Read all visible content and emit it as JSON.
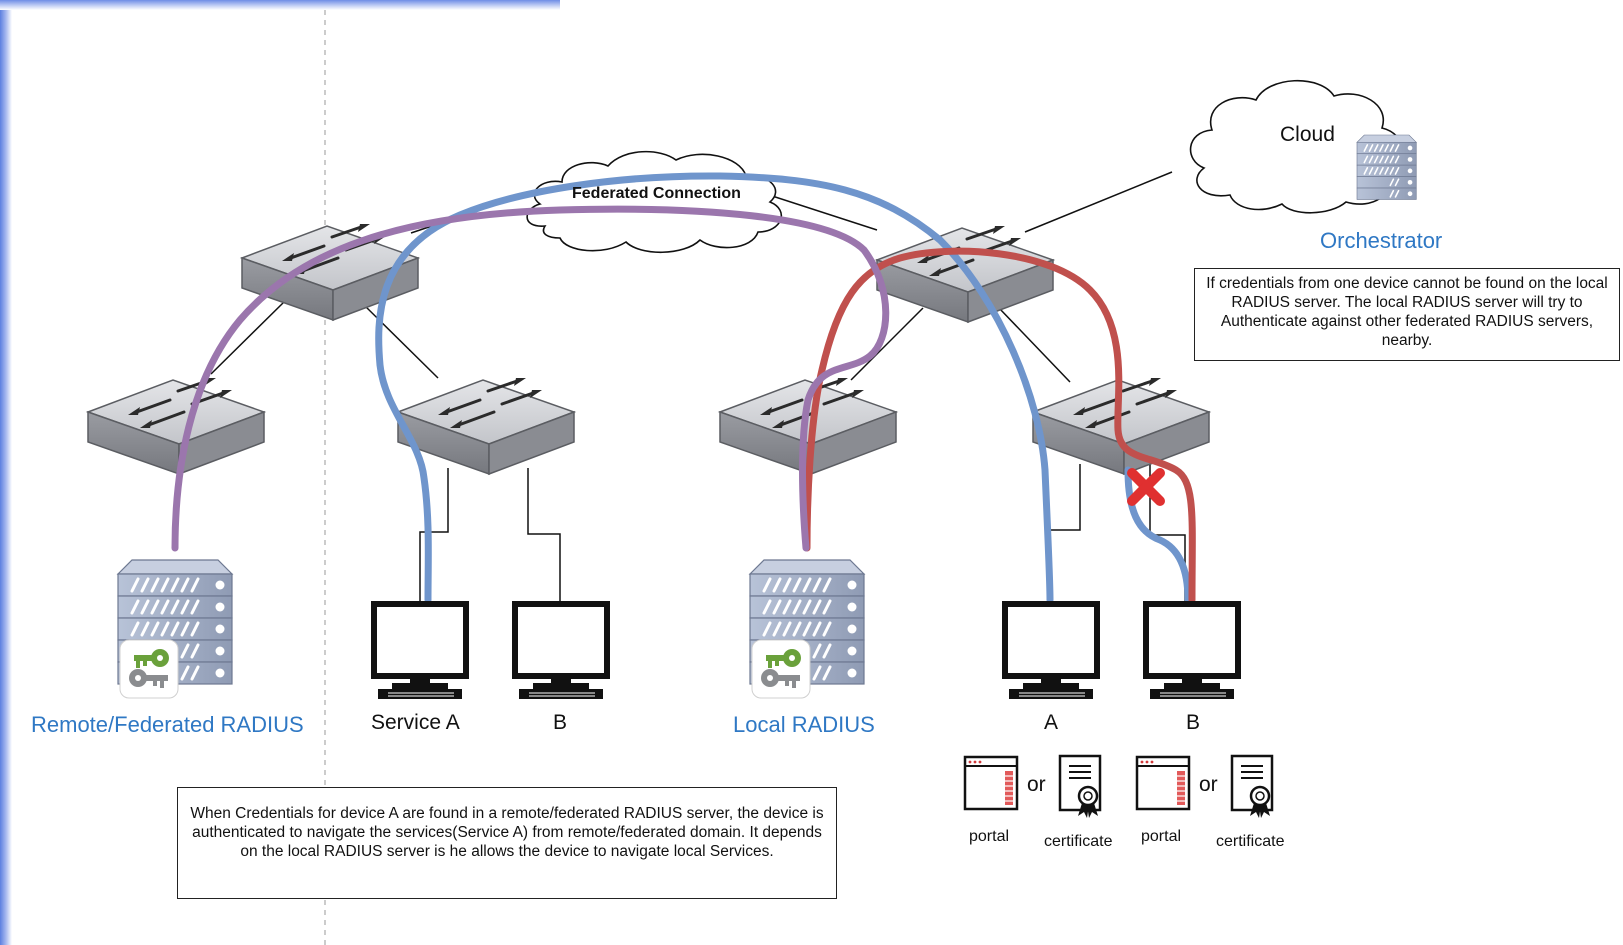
{
  "cloud_label": "Cloud",
  "federated_label": "Federated Connection",
  "orchestrator_label": "Orchestrator",
  "remote_radius_label": "Remote/Federated RADIUS",
  "local_radius_label": "Local RADIUS",
  "service_a_label": "Service A",
  "service_b_label": "B",
  "device_a_label": "A",
  "device_b_label": "B",
  "or_label": "or",
  "portal_label": "portal",
  "certificate_label": "certificate",
  "note_right": "If credentials from one device cannot be found on the local RADIUS server. The local RADIUS server will try to Authenticate against other federated RADIUS servers, nearby.",
  "note_bottom": "When Credentials for device A are found in a remote/federated RADIUS server, the device is authenticated to navigate the services(Service A) from remote/federated domain. It depends on the local RADIUS server is he allows the device to navigate local  Services.",
  "colors": {
    "purple_path": "#9b76ad",
    "blue_path": "#6f95cc",
    "red_path": "#c0504d",
    "label_blue": "#2f78c4",
    "switch_fill": "#c9cbd0"
  },
  "icons": [
    "switch-icon",
    "server-icon",
    "key-icon",
    "monitor-icon",
    "cloud-icon",
    "portal-icon",
    "certificate-icon",
    "red-x-icon"
  ]
}
